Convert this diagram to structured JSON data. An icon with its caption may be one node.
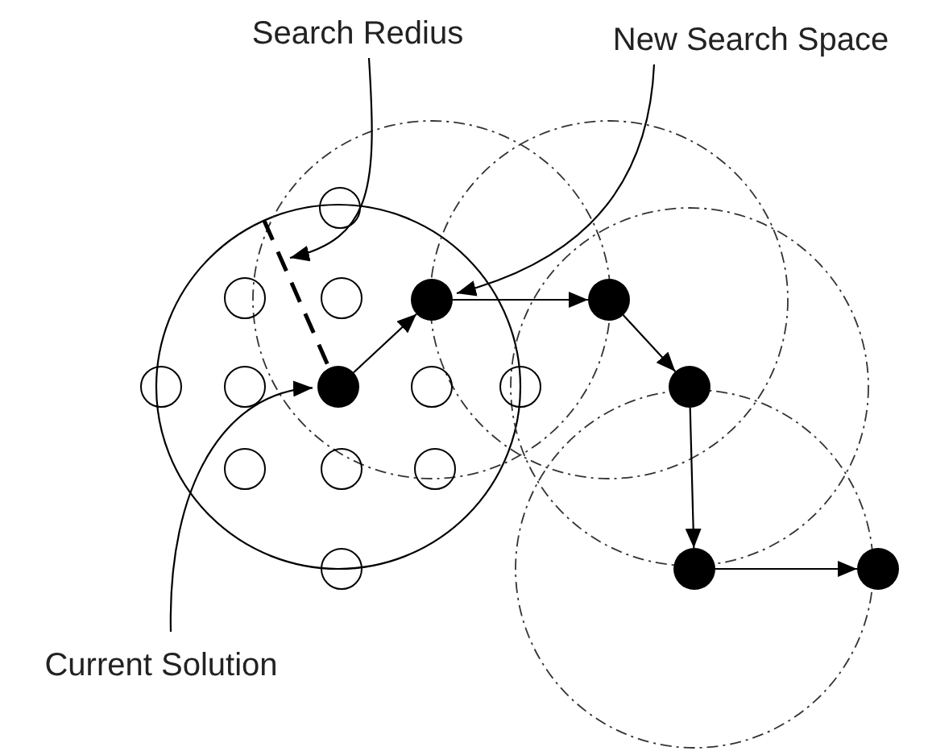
{
  "diagram": {
    "nodes": [
      {
        "text": [
          "Search Redius"
        ]
      },
      {
        "text": [
          "New Search Space"
        ]
      },
      {
        "text": [],
        "shape": "circle"
      },
      {
        "text": [],
        "shape": "circle"
      },
      {
        "text": [],
        "shape": "circle"
      },
      {
        "text": [],
        "shape": "dot"
      },
      {
        "text": [],
        "shape": "dot"
      },
      {
        "text": [],
        "shape": "circle"
      },
      {
        "text": [],
        "shape": "circle"
      },
      {
        "text": [],
        "shape": "dot"
      },
      {
        "text": [],
        "shape": "circle"
      },
      {
        "text": [],
        "shape": "circle"
      },
      {
        "text": [],
        "shape": "dot"
      },
      {
        "text": [],
        "shape": "circle"
      },
      {
        "text": [],
        "shape": "circle"
      },
      {
        "text": [],
        "shape": "circle"
      },
      {
        "text": [],
        "shape": "circle"
      },
      {
        "text": [],
        "shape": "dot"
      },
      {
        "text": [],
        "shape": "dot"
      },
      {
        "text": [
          "Current Solution"
        ]
      },
      {
        "text": [],
        "shape": "line"
      }
    ],
    "edges": [
      {
        "from": 9,
        "to": 5,
        "arrow": "to"
      },
      {
        "from": 5,
        "to": 6,
        "arrow": "to"
      },
      {
        "from": 6,
        "to": 12,
        "arrow": "to"
      },
      {
        "from": 12,
        "to": 17,
        "arrow": "to"
      },
      {
        "from": 17,
        "to": 18,
        "arrow": "to"
      },
      {
        "from": 0,
        "to": 20,
        "arrow": "to"
      },
      {
        "from": 1,
        "to": 5,
        "arrow": "to"
      },
      {
        "from": 19,
        "to": 9,
        "arrow": "to"
      }
    ]
  }
}
